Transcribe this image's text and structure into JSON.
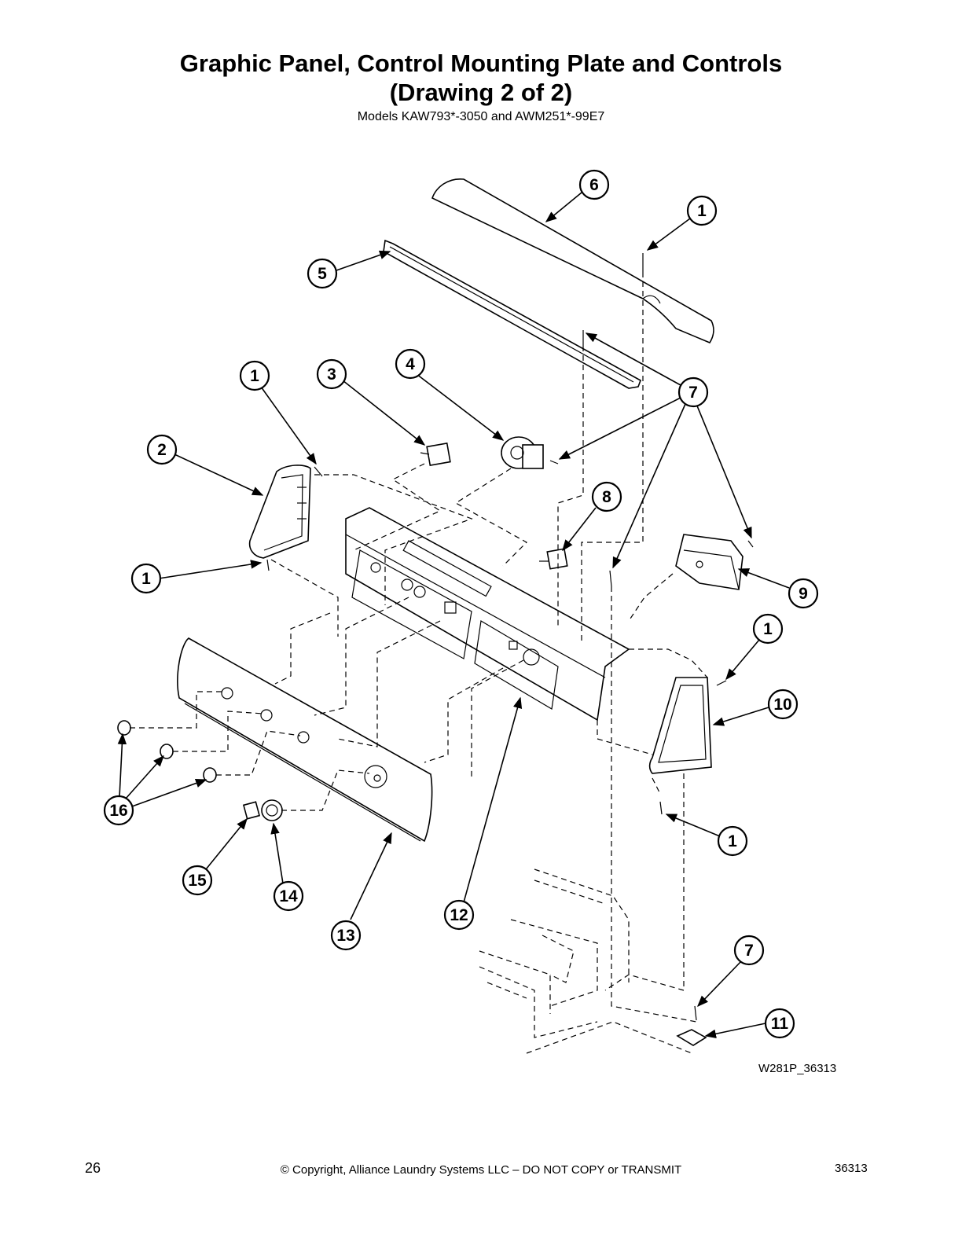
{
  "header": {
    "title_line1": "Graphic Panel, Control Mounting Plate and Controls",
    "title_line2": "(Drawing 2 of 2)",
    "subtitle": "Models KAW793*-3050 and AWM251*-99E7"
  },
  "callouts": [
    "6",
    "1",
    "5",
    "1",
    "3",
    "4",
    "7",
    "2",
    "8",
    "1",
    "9",
    "1",
    "10",
    "16",
    "1",
    "15",
    "14",
    "13",
    "12",
    "7",
    "11"
  ],
  "drawing_code": "W281P_36313",
  "footer": {
    "page_number": "26",
    "copyright": "© Copyright, Alliance Laundry Systems LLC – DO NOT COPY or TRANSMIT",
    "doc_number": "36313"
  }
}
